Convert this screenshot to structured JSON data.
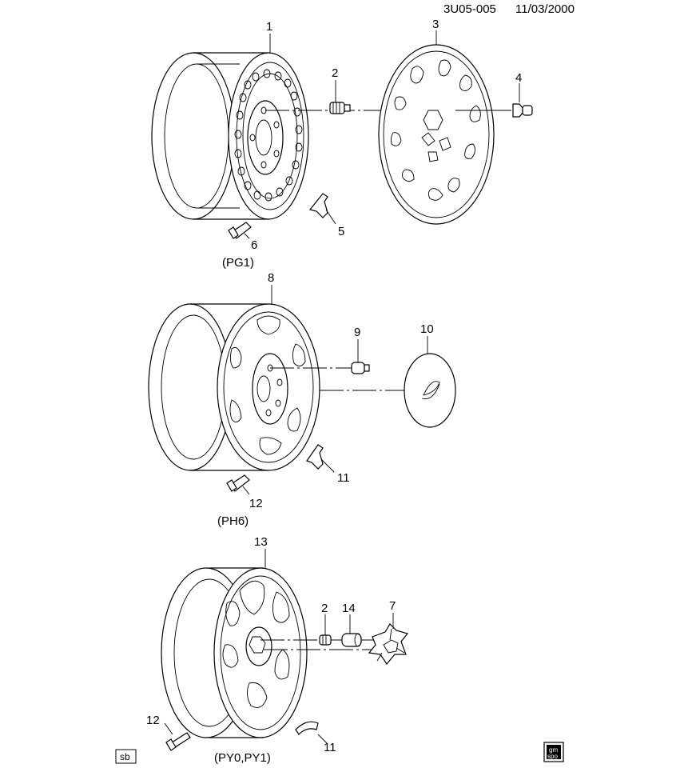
{
  "header": {
    "drawing_id": "3U05-005",
    "date": "11/03/2000"
  },
  "callouts": {
    "c1": "1",
    "c2": "2",
    "c3": "3",
    "c4": "4",
    "c5": "5",
    "c6": "6",
    "c8": "8",
    "c9": "9",
    "c10": "10",
    "c11a": "11",
    "c12a": "12",
    "c13": "13",
    "c2b": "2",
    "c14": "14",
    "c7": "7",
    "c12b": "12",
    "c11b": "11"
  },
  "captions": {
    "wheel_steel": "(PG1)",
    "wheel_style_a": "(PH6)",
    "wheel_style_b": "(PY0,PY1)"
  },
  "badges": {
    "left": "sb",
    "right_top": "gm",
    "right_bottom": "spo"
  }
}
